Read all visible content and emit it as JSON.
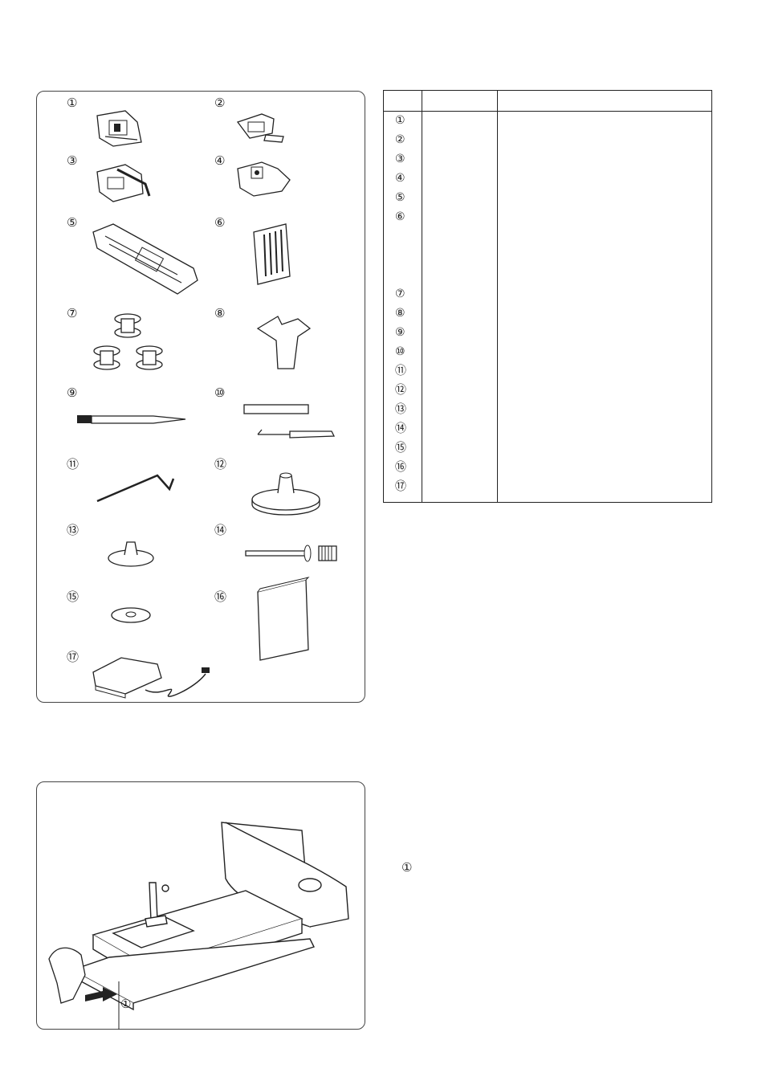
{
  "accessories": {
    "items": [
      {
        "label": "①",
        "icon": "zigzag-foot-icon"
      },
      {
        "label": "②",
        "icon": "zipper-foot-icon"
      },
      {
        "label": "③",
        "icon": "overcasting-foot-icon"
      },
      {
        "label": "④",
        "icon": "satin-stitch-foot-icon"
      },
      {
        "label": "⑤",
        "icon": "buttonhole-foot-icon"
      },
      {
        "label": "⑥",
        "icon": "needle-set-icon"
      },
      {
        "label": "⑦",
        "icon": "bobbins-icon"
      },
      {
        "label": "⑧",
        "icon": "screwdriver-icon"
      },
      {
        "label": "⑨",
        "icon": "lint-brush-icon"
      },
      {
        "label": "⑩",
        "icon": "seam-ripper-icon"
      },
      {
        "label": "⑪",
        "icon": "quilting-guide-icon"
      },
      {
        "label": "⑫",
        "icon": "spool-holder-large-icon"
      },
      {
        "label": "⑬",
        "icon": "spool-holder-small-icon"
      },
      {
        "label": "⑭",
        "icon": "spool-pin-icon"
      },
      {
        "label": "⑮",
        "icon": "felt-washer-icon"
      },
      {
        "label": "⑯",
        "icon": "instruction-book-icon"
      },
      {
        "label": "⑰",
        "icon": "foot-control-icon"
      }
    ]
  },
  "table": {
    "header": [
      "",
      "",
      ""
    ],
    "rows": [
      "①",
      "②",
      "③",
      "④",
      "⑤",
      "⑥",
      "⑦",
      "⑧",
      "⑨",
      "⑩",
      "⑪",
      "⑫",
      "⑬",
      "⑭",
      "⑮",
      "⑯",
      "⑰"
    ]
  },
  "extension": {
    "callout": "①",
    "side_label": "①"
  }
}
